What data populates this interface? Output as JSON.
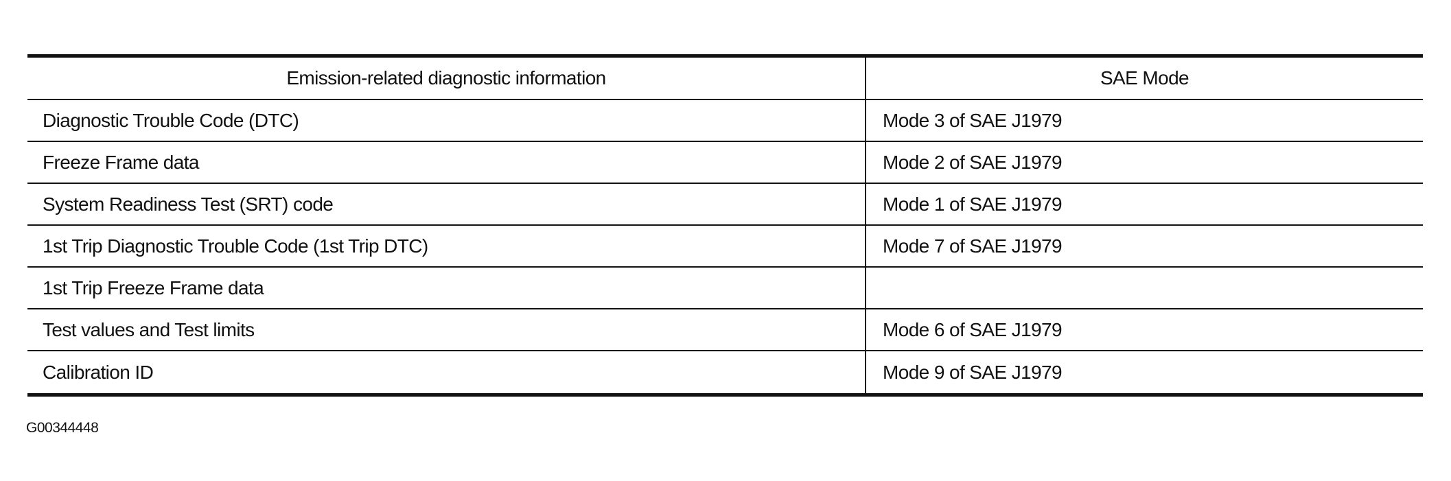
{
  "table": {
    "headers": [
      "Emission-related diagnostic information",
      "SAE Mode"
    ],
    "rows": [
      [
        "Diagnostic Trouble Code (DTC)",
        "Mode 3 of SAE J1979"
      ],
      [
        "Freeze Frame data",
        "Mode 2 of SAE J1979"
      ],
      [
        "System Readiness Test (SRT) code",
        "Mode 1 of SAE J1979"
      ],
      [
        "1st Trip Diagnostic Trouble Code (1st Trip DTC)",
        "Mode 7 of SAE J1979"
      ],
      [
        "1st Trip Freeze Frame data",
        ""
      ],
      [
        "Test values and Test limits",
        "Mode 6 of SAE J1979"
      ],
      [
        "Calibration ID",
        "Mode 9 of SAE J1979"
      ]
    ]
  },
  "footer": {
    "figure_id": "G00344448"
  }
}
